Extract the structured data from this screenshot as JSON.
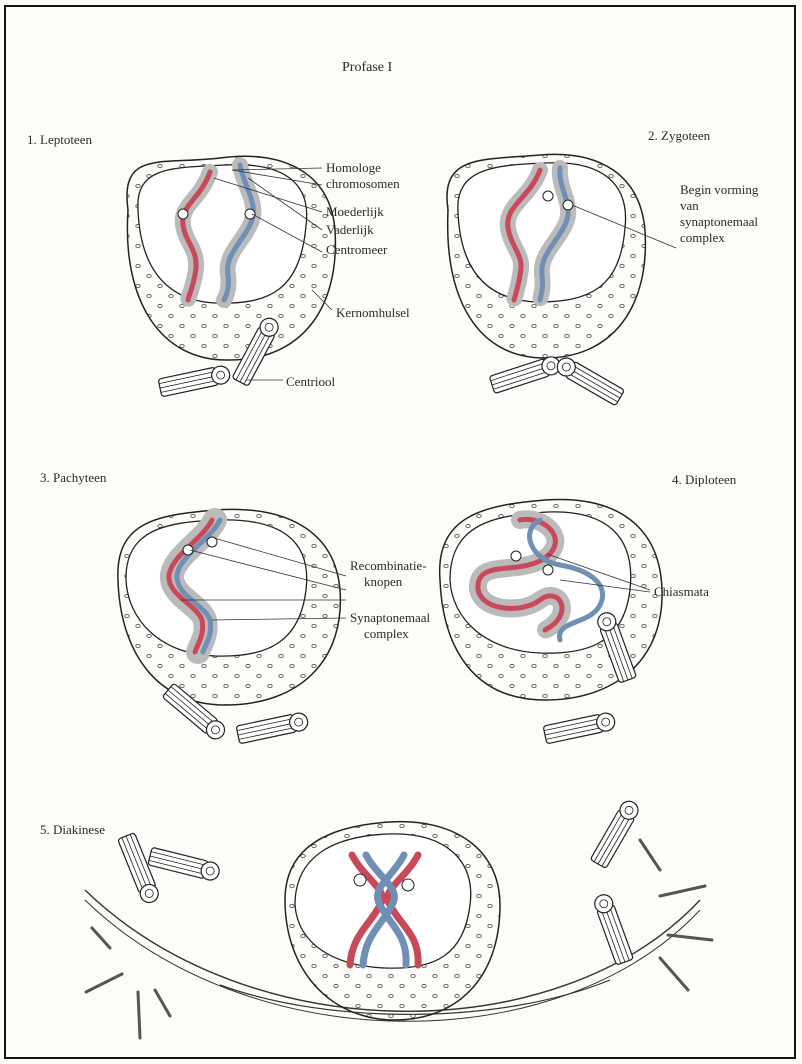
{
  "title": "Profase I",
  "stages": [
    {
      "label": "1. Leptoteen"
    },
    {
      "label": "2. Zygoteen"
    },
    {
      "label": "3. Pachyteen"
    },
    {
      "label": "4. Diploteen"
    },
    {
      "label": "5. Diakinese"
    }
  ],
  "labels": {
    "homologe_1": "Homologe",
    "homologe_2": "chromosomen",
    "moederlijk": "Moederlijk",
    "vaderlijk": "Vaderlijk",
    "centromeer": "Centromeer",
    "kernomhulsel": "Kernomhulsel",
    "centriool": "Centriool",
    "begin_1": "Begin vorming",
    "begin_2": "van",
    "begin_3": "synaptonemaal",
    "begin_4": "complex",
    "recomb_1": "Recombinatie-",
    "recomb_2": "knopen",
    "synapt_1": "Synaptonemaal",
    "synapt_2": "complex",
    "chiasmata": "Chiasmata"
  },
  "colors": {
    "maternal": "#c84a5a",
    "paternal": "#6f8fb5",
    "chromatin_halo": "#b9b9b9",
    "ink": "#333333"
  }
}
